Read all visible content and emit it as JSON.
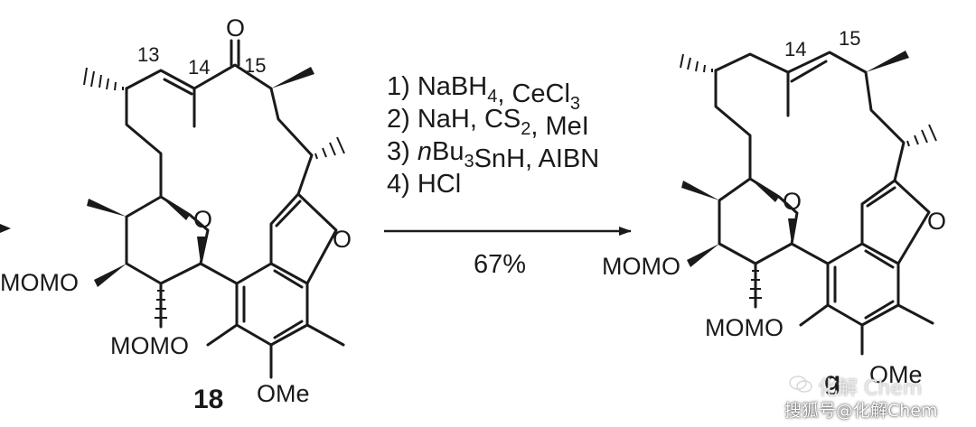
{
  "reactant": {
    "compound_number": "18",
    "atom_numbers": {
      "c13": "13",
      "c14": "14",
      "c15": "15"
    },
    "carbonyl_oxygen": "O",
    "ring_oxygen": "O",
    "furan_oxygen": "O",
    "substituents": {
      "momo_left": "MOMO",
      "momo_bottom": "MOMO",
      "ome": "OMe"
    }
  },
  "conditions": {
    "steps": [
      {
        "num": "1) ",
        "parts": [
          {
            "t": "NaBH"
          },
          {
            "t": "4",
            "sub": true
          },
          {
            "t": ", CeCl"
          },
          {
            "t": "3",
            "sub": true
          }
        ]
      },
      {
        "num": "2) ",
        "parts": [
          {
            "t": "NaH, CS"
          },
          {
            "t": "2",
            "sub": true
          },
          {
            "t": ", MeI"
          }
        ]
      },
      {
        "num": "3) ",
        "parts": [
          {
            "t": "n",
            "it": true
          },
          {
            "t": "Bu"
          },
          {
            "t": "3",
            "sub": true
          },
          {
            "t": "SnH, AIBN"
          }
        ]
      },
      {
        "num": "4) ",
        "parts": [
          {
            "t": "HCl"
          }
        ]
      }
    ],
    "yield": "67%"
  },
  "product": {
    "atom_numbers": {
      "c14": "14",
      "c15": "15"
    },
    "ring_oxygen": "O",
    "furan_oxygen": "O",
    "substituents": {
      "momo_left": "MOMO",
      "momo_bottom": "MOMO",
      "ome": "OMe"
    },
    "partial_label": "g"
  },
  "watermark": {
    "top": "化解 Chem",
    "bottom": "搜狐号@化解Chem"
  }
}
